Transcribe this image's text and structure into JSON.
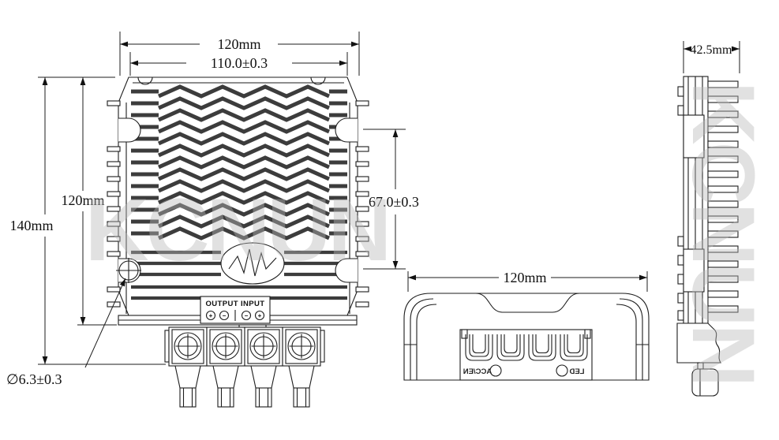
{
  "watermark": {
    "text": "KCNUN"
  },
  "front_view": {
    "dim_overall_width": "120mm",
    "dim_top_width": "110.0±0.3",
    "dim_total_height": "140mm",
    "dim_body_height": "120mm",
    "dim_fin_section_height": "67.0±0.3",
    "dim_mount_hole": "∅6.3±0.3",
    "terminal_label": "OUTPUT INPUT",
    "polarity": [
      "+",
      "−",
      "−",
      "+"
    ]
  },
  "bottom_view": {
    "dim_width": "120mm",
    "label_acc": "ACC/EN",
    "label_led": "LED"
  },
  "side_view": {
    "dim_depth": "42.5mm"
  }
}
